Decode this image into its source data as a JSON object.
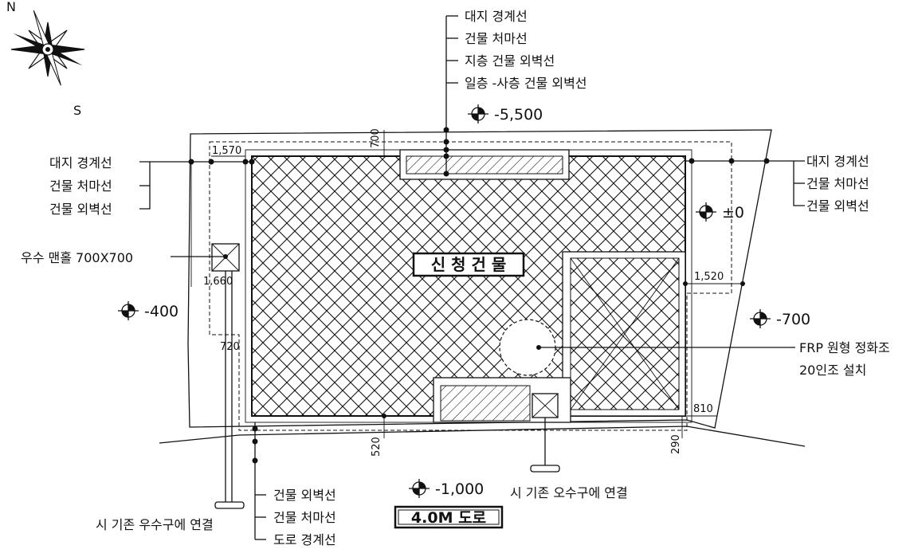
{
  "compass": {
    "north": "N",
    "south": "S"
  },
  "top_leaders": [
    "대지 경계선",
    "건물 처마선",
    "지층 건물 외벽선",
    "일층 -사층 건물 외벽선"
  ],
  "left_leaders": [
    "대지 경계선",
    "건물 처마선",
    "건물 외벽선"
  ],
  "right_leaders": [
    "대지 경계선",
    "건물 처마선",
    "건물 외벽선"
  ],
  "bottom_leaders": [
    "건물 외벽선",
    "건물 처마선",
    "도로 경계선"
  ],
  "levels": {
    "top": "-5,500",
    "right_zero": "±0",
    "left": "-400",
    "right": "-700",
    "bottom": "-1,000"
  },
  "dimensions": {
    "d700": "700",
    "d1570": "1,570",
    "d1660": "1,660",
    "d720": "720",
    "d1520": "1,520",
    "d810": "810",
    "d520": "520",
    "d290": "290"
  },
  "manhole_label": "우수 맨홀 700X700",
  "building_label": "신 청 건 물",
  "septic_label_line1": "FRP 원형 정화조",
  "septic_label_line2": "20인조 설치",
  "connection_right": "시 기존 오수구에 연결",
  "connection_left": "시 기존 우수구에 연결",
  "road_label": "4.0M 도로"
}
